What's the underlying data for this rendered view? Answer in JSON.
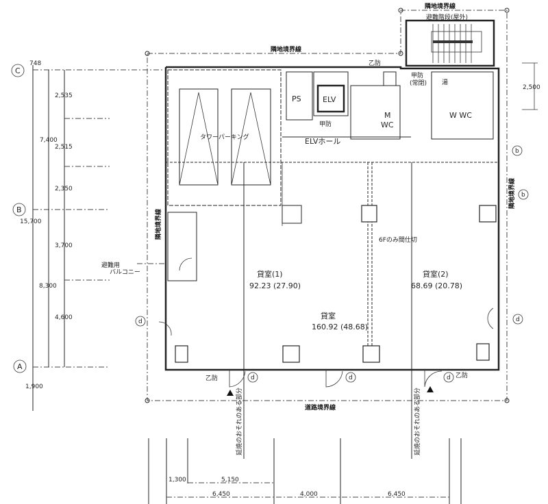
{
  "grid": {
    "axes": [
      {
        "label": "C"
      },
      {
        "label": "B"
      },
      {
        "label": "A"
      }
    ],
    "left_dims": {
      "top": "748",
      "c_to_b_total": "7,400",
      "b_level": "15,700",
      "b_to_a_total": "8,300",
      "bottom": "1,900",
      "segments": [
        "2,535",
        "2,515",
        "2,350",
        "3,700",
        "4,600"
      ]
    },
    "right_dim": "2,500",
    "bottom_dims": {
      "row1": [
        "1,300",
        "5,150"
      ],
      "row2": [
        "6,450",
        "4,000",
        "6,450"
      ]
    }
  },
  "boundaries": {
    "adjacent_top": "隣地境界線",
    "adjacent_stair": "隣地境界線",
    "adjacent_left": "隣地境界線",
    "adjacent_right": "隣地境界線",
    "road": "道路境界線",
    "fire_spread_left": "延焼のおそれのある部分",
    "fire_spread_right": "延焼のおそれのある部分"
  },
  "rooms": {
    "stair": "避難階段(屋外)",
    "parking": "タワーパーキング",
    "ps": "PS",
    "elv": "ELV",
    "elv_hall": "ELVホール",
    "mwc": [
      "M",
      "WC"
    ],
    "wwc": "W WC",
    "kitchen": "湯",
    "balcony": [
      "避難用",
      "バルコニー"
    ],
    "room1": {
      "name": "貸室(1)",
      "area": "92.23 (27.90)"
    },
    "room_total": {
      "name": "貸室",
      "area": "160.92 (48.68)"
    },
    "room2": {
      "name": "貸室(2)",
      "area": "68.69 (20.78)"
    },
    "partition_note": "6Fのみ間仕切"
  },
  "door_labels": {
    "otsu": "乙防",
    "kou": "甲防",
    "kou_closed": [
      "甲防",
      "(常閉)"
    ],
    "d": "d",
    "b": "b"
  }
}
